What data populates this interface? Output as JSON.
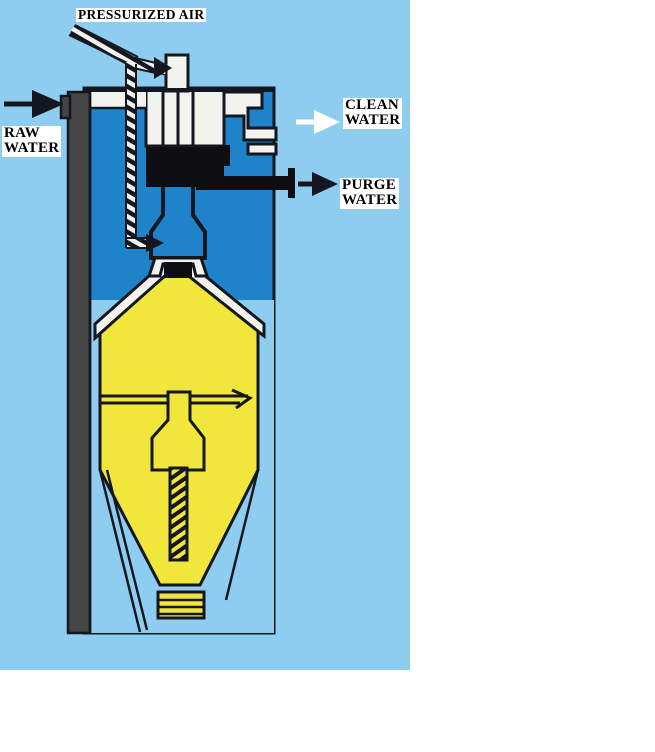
{
  "diagram": {
    "title": "Continuous sand filter cutaway diagram",
    "labels": {
      "pressurized_air": "PRESSURIZED AIR",
      "raw_water": "RAW\nWATER",
      "clean_water": "CLEAN\nWATER",
      "purge_water": "PURGE\nWATER"
    },
    "colors": {
      "background": "#8fcdf0",
      "water_dark": "#1e83c8",
      "sand_bed": "#f0e63c",
      "inlet_column": "#454545",
      "outline": "#14171f",
      "white": "#f2f2ee",
      "black_fill": "#0d0d12",
      "clean_water_arrow": "#ffffff",
      "page": "#ffffff"
    },
    "flows": [
      {
        "name": "raw-water-inlet",
        "label": "RAW\nWATER",
        "direction": "right",
        "arrow_color": "#14171f"
      },
      {
        "name": "pressurized-air-inlet",
        "label": "PRESSURIZED AIR",
        "direction": "down-right",
        "style": "hatched-pipe"
      },
      {
        "name": "clean-water-outlet",
        "label": "CLEAN\nWATER",
        "direction": "right",
        "arrow_color": "#ffffff"
      },
      {
        "name": "purge-water-outlet",
        "label": "PURGE\nWATER",
        "direction": "right",
        "arrow_color": "#14171f"
      }
    ],
    "components": [
      "tank-shell",
      "raw-water-inlet-column",
      "airlift-riser-pipe",
      "sand-washer-box",
      "clean-water-weir",
      "purge-water-pipe",
      "sand-bed",
      "conical-hopper",
      "central-downcomer",
      "bottom-screen"
    ]
  }
}
